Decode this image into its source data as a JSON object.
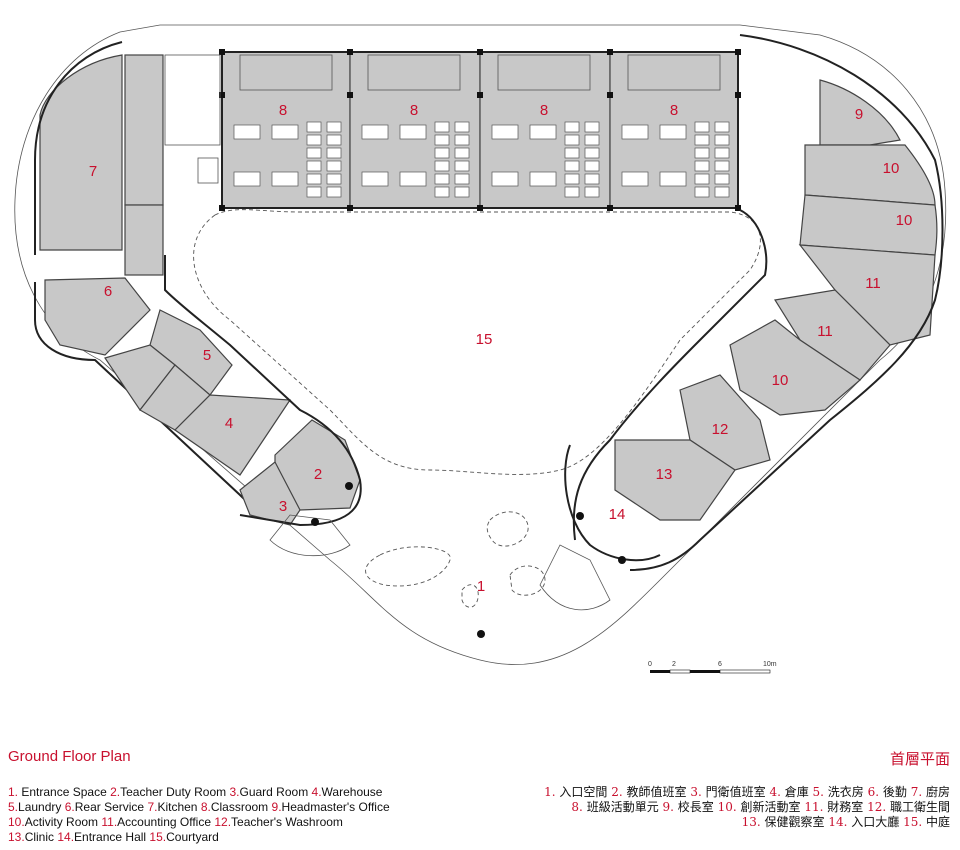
{
  "title_en": "Ground Floor Plan",
  "title_zh": "首層平面",
  "scale": {
    "ticks": [
      "0",
      "2",
      "6",
      "10m"
    ]
  },
  "room_labels": [
    "1",
    "2",
    "3",
    "4",
    "5",
    "6",
    "7",
    "8",
    "8",
    "8",
    "8",
    "9",
    "10",
    "10",
    "11",
    "11",
    "10",
    "12",
    "13",
    "14",
    "15"
  ],
  "legend_en": [
    [
      {
        "n": "1.",
        "t": " Entrance Space "
      },
      {
        "n": "2.",
        "t": "Teacher Duty Room "
      },
      {
        "n": "3.",
        "t": "Guard Room "
      },
      {
        "n": "4.",
        "t": "Warehouse"
      }
    ],
    [
      {
        "n": "5.",
        "t": "Laundry "
      },
      {
        "n": "6.",
        "t": "Rear Service "
      },
      {
        "n": "7.",
        "t": "Kitchen "
      },
      {
        "n": "8.",
        "t": "Classroom "
      },
      {
        "n": "9.",
        "t": "Headmaster's Office"
      }
    ],
    [
      {
        "n": "10.",
        "t": "Activity Room "
      },
      {
        "n": "11.",
        "t": "Accounting Office "
      },
      {
        "n": "12.",
        "t": "Teacher's  Washroom"
      }
    ],
    [
      {
        "n": "13.",
        "t": "Clinic "
      },
      {
        "n": "14.",
        "t": "Entrance Hall "
      },
      {
        "n": "15.",
        "t": "Courtyard"
      }
    ]
  ],
  "legend_zh": [
    [
      {
        "n": "1.",
        "t": " 入口空間 "
      },
      {
        "n": "2.",
        "t": " 教師值班室 "
      },
      {
        "n": "3.",
        "t": " 門衛值班室 "
      },
      {
        "n": "4.",
        "t": " 倉庫 "
      },
      {
        "n": "5.",
        "t": " 洗衣房 "
      },
      {
        "n": "6.",
        "t": " 後勤 "
      },
      {
        "n": "7.",
        "t": " 廚房"
      }
    ],
    [
      {
        "n": "8.",
        "t": " 班級活動單元 "
      },
      {
        "n": "9.",
        "t": " 校長室 "
      },
      {
        "n": "10.",
        "t": " 創新活動室 "
      },
      {
        "n": "11.",
        "t": " 財務室 "
      },
      {
        "n": "12.",
        "t": " 職工衛生間"
      }
    ],
    [
      {
        "n": "13.",
        "t": " 保健觀察室 "
      },
      {
        "n": "14.",
        "t": " 入口大廳 "
      },
      {
        "n": "15.",
        "t": " 中庭"
      }
    ]
  ]
}
